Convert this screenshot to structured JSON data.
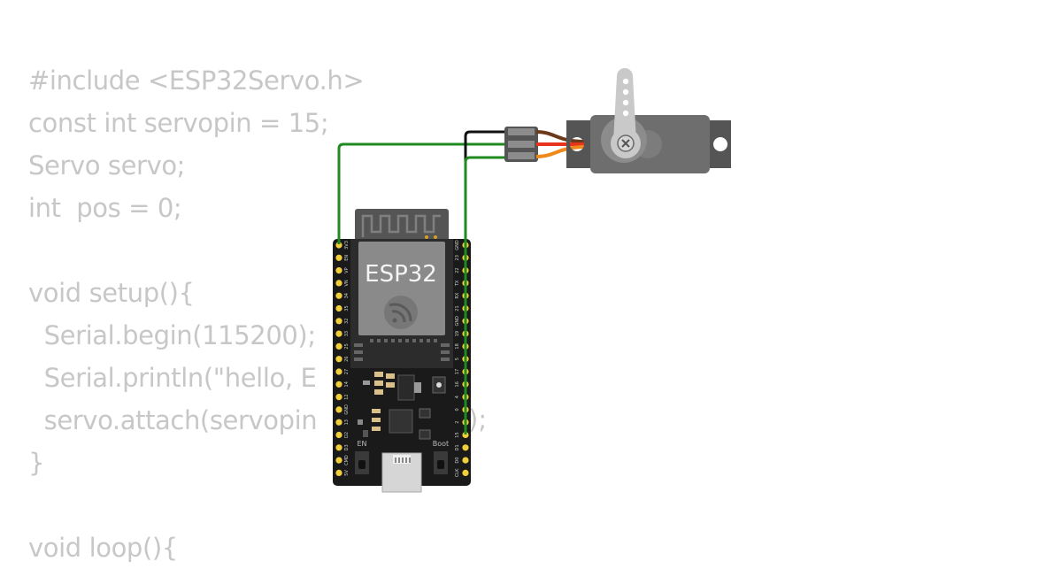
{
  "code_lines": [
    "#include <ESP32Servo.h>",
    "const int servopin = 15;",
    "Servo servo;",
    "int  pos = 0;",
    "",
    "void setup(){",
    "  Serial.begin(115200);",
    "  Serial.println(\"hello, E",
    "  servo.attach(servopin",
    "}",
    "",
    "void loop(){"
  ],
  "code_tail": ");",
  "board": {
    "name": "ESP32",
    "en_label": "EN",
    "boot_label": "Boot",
    "left_pins": [
      "3V3",
      "EN",
      "VP",
      "VN",
      "34",
      "35",
      "32",
      "33",
      "25",
      "26",
      "27",
      "14",
      "12",
      "GND",
      "13",
      "D2",
      "D3",
      "CMD",
      "5V"
    ],
    "right_pins": [
      "GND",
      "23",
      "22",
      "TX",
      "RX",
      "21",
      "GND",
      "19",
      "18",
      "5",
      "17",
      "16",
      "4",
      "0",
      "2",
      "15",
      "D1",
      "D0",
      "CLK"
    ]
  },
  "colors": {
    "code_text": "#c7c7c7",
    "board": "#1a1a1a",
    "pin_pad": "#f2cf3a",
    "wire_green": "#1f8a1f",
    "wire_black": "#111111",
    "servo_body": "#6e6e6e"
  }
}
